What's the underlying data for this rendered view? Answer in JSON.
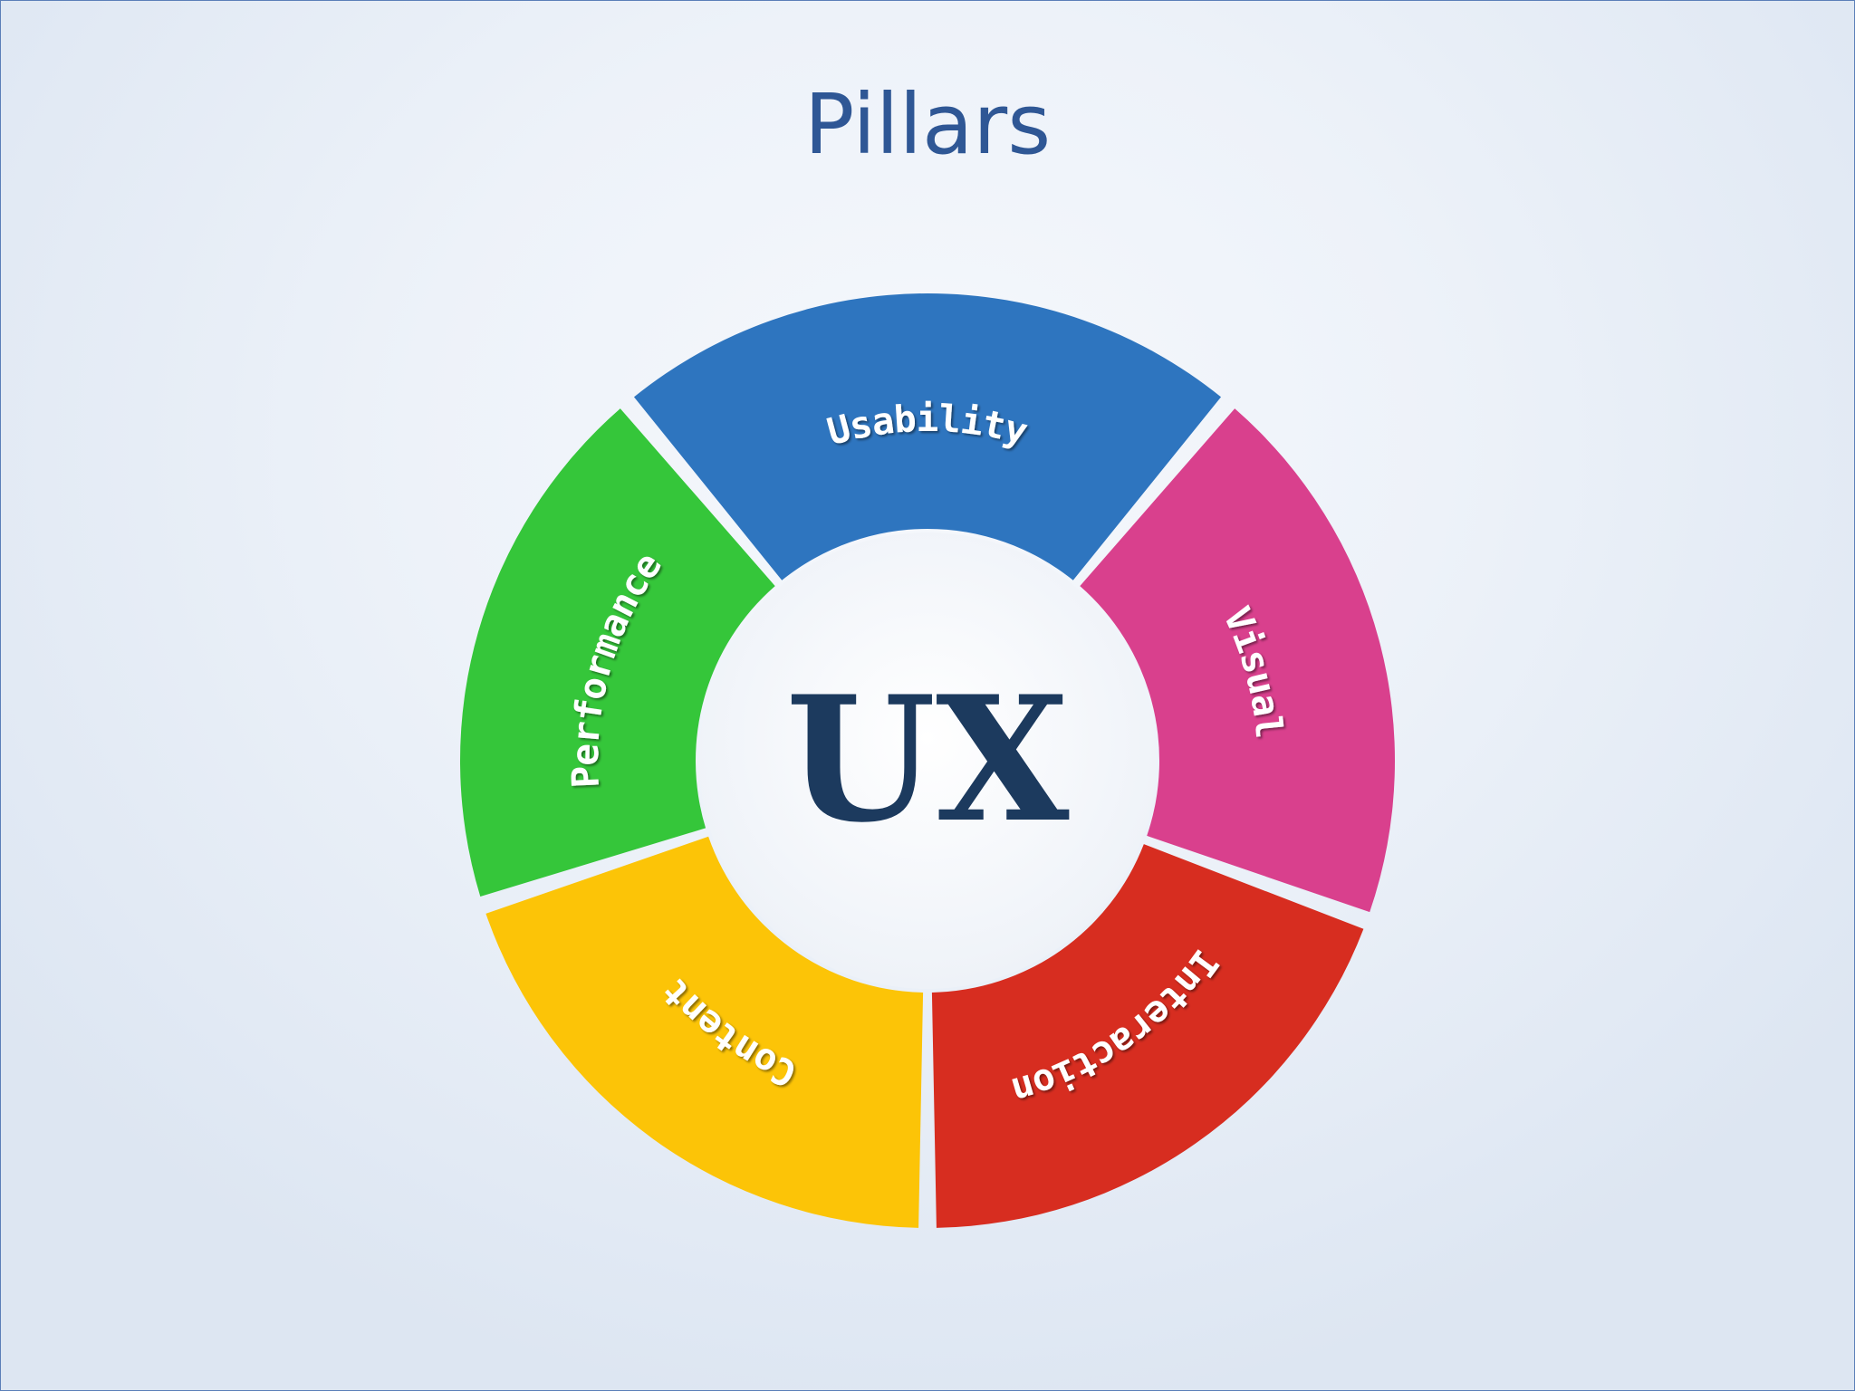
{
  "title": "Pillars",
  "center_label": "UX",
  "segments": [
    {
      "label": "Usability",
      "color": "#2e75bf"
    },
    {
      "label": "Visual",
      "color": "#d9408d"
    },
    {
      "label": "Interaction",
      "color": "#d72d20"
    },
    {
      "label": "Content",
      "color": "#fcc407"
    },
    {
      "label": "Performance",
      "color": "#35c63a"
    }
  ]
}
